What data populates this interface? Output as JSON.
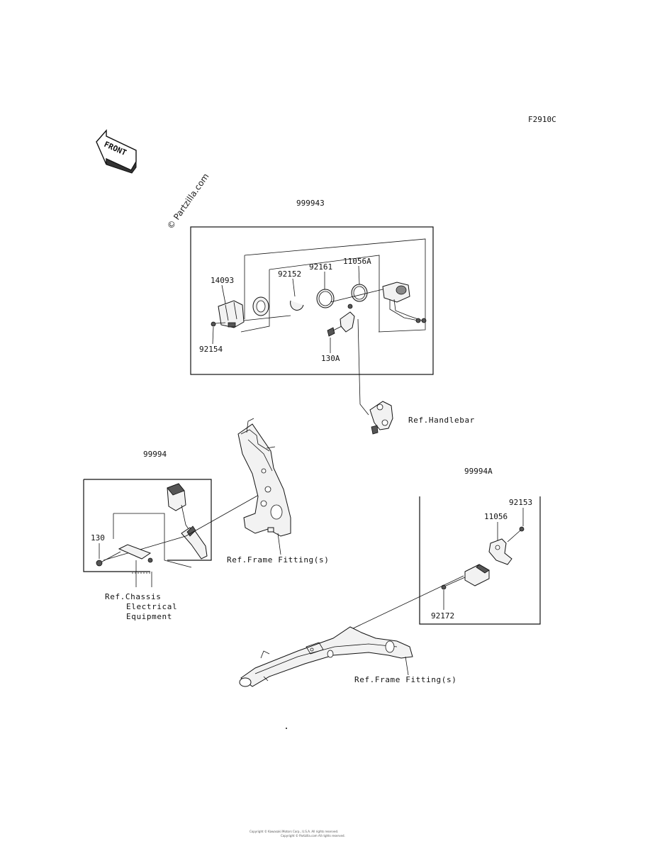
{
  "diagram_code": "F2910C",
  "watermark": "© Partzilla.com",
  "front_arrow_label": "FRONT",
  "groups": {
    "top_kit": "999943",
    "left_kit": "99994",
    "right_kit": "99994A"
  },
  "parts": {
    "p14093": "14093",
    "p92152": "92152",
    "p92161": "92161",
    "p11056A": "11056A",
    "p92154": "92154",
    "p130A": "130A",
    "p130": "130",
    "p92153": "92153",
    "p11056": "11056",
    "p92172": "92172"
  },
  "refs": {
    "handlebar": "Ref.Handlebar",
    "frame_fitting_1": "Ref.Frame Fitting(s)",
    "frame_fitting_2": "Ref.Frame Fitting(s)",
    "chassis_line1": "Ref.Chassis",
    "chassis_line2": "Electrical",
    "chassis_line3": "Equipment"
  },
  "footer": {
    "line1": "Copyright © Kawasaki Motors Corp., U.S.A. All rights reserved.",
    "line2": "Copyright © Partzilla.com All rights reserved."
  }
}
